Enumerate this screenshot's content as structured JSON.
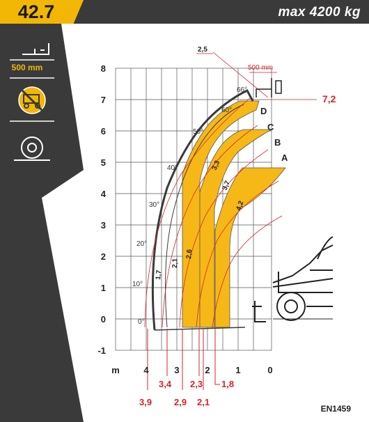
{
  "header": {
    "model": "42.7",
    "max_load": "max 4200 kg",
    "step_label": "500 mm"
  },
  "footer": {
    "code": "EN1459"
  },
  "chart_data": {
    "type": "load-chart",
    "x_unit": "m",
    "x_ticks": [
      "4",
      "3",
      "2",
      "1",
      "0"
    ],
    "y_ticks": [
      "8",
      "7",
      "6",
      "5",
      "4",
      "3",
      "2",
      "1",
      "0",
      "-1"
    ],
    "angles": [
      "0°",
      "10°",
      "20°",
      "30°",
      "40°",
      "50°",
      "60°",
      "66°"
    ],
    "extension_marks": [
      "A",
      "B",
      "C",
      "D"
    ],
    "max_height": "7,2",
    "top_dimension": "2,5",
    "top_step": "500 mm",
    "load_zones": [
      {
        "capacity": "4,2"
      },
      {
        "capacity": "3,7"
      },
      {
        "capacity": "3,3"
      },
      {
        "capacity": "2,6"
      },
      {
        "capacity": "2,1"
      },
      {
        "capacity": "1,7"
      }
    ],
    "reach_labels_row1": [
      "3,4",
      "2,3",
      "1,8"
    ],
    "reach_labels_row2": [
      "3,9",
      "2,9",
      "2,1"
    ],
    "colors": {
      "band": "#f6b816",
      "red": "#d9232b",
      "dark": "#3a3a3a"
    }
  }
}
